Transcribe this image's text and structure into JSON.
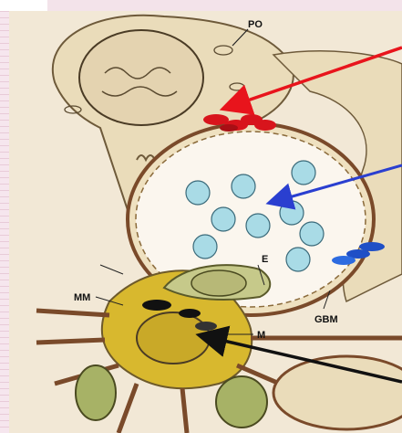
{
  "labels": {
    "podocyte": "PO",
    "endothelium": "E",
    "mesangial_matrix": "MM",
    "glomerular_basement_membrane": "GBM",
    "mesangial_cell": "M"
  },
  "colors": {
    "background": "#f3e3ea",
    "tissue": "#eee0c4",
    "capillary_lumen": "#fbf6ee",
    "red_cells": "#d8141c",
    "light_blue_cells": "#a9dbe6",
    "blue_cells": "#1f4fc6",
    "mesangium": "#d8b82e",
    "endothelial_cell": "#c6c98a",
    "arrow_red": "#e8141c",
    "arrow_blue": "#2a3fd0",
    "arrow_black": "#111111"
  }
}
